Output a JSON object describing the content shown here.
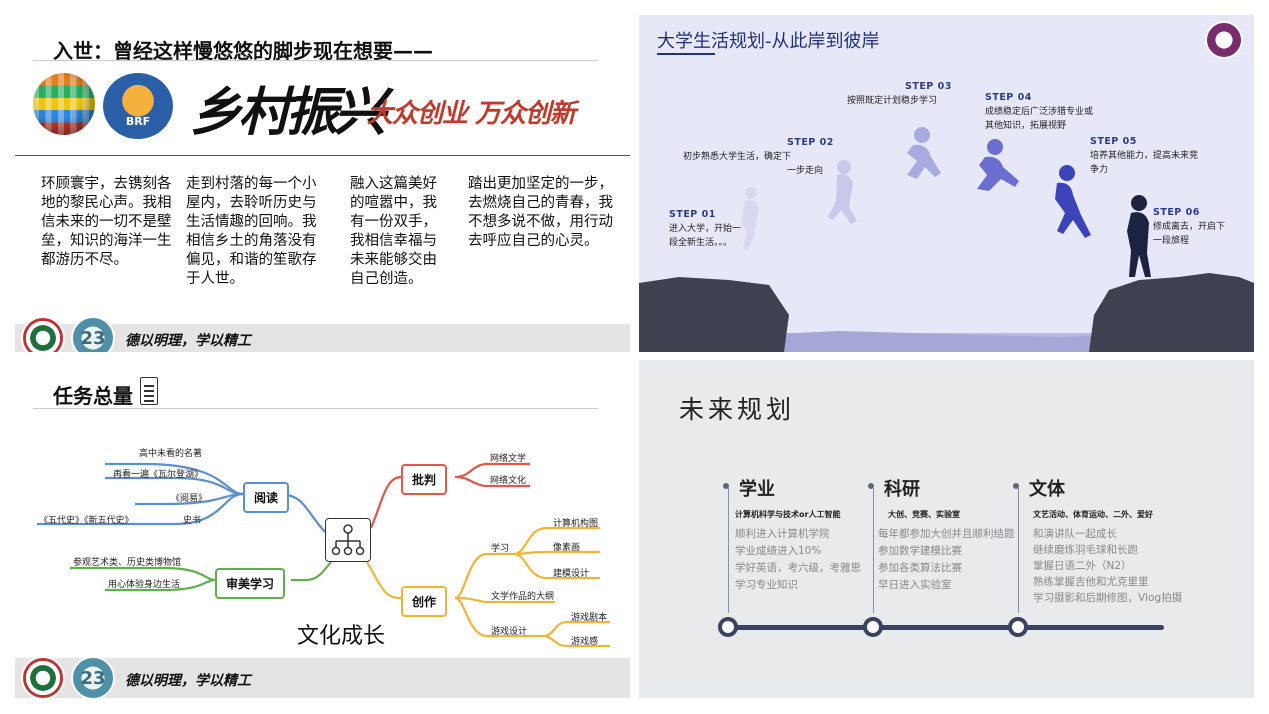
{
  "panel1": {
    "title": "入世：曾经这样慢悠悠的脚步现在想要——",
    "brf_label": "BRF",
    "calligraphy_main": "乡村振兴",
    "calligraphy_slogan_a": "大众创业",
    "calligraphy_slogan_b": "万众创新",
    "columns": [
      "环顾寰宇，去镌刻各地的黎民心声。我相信未来的一切不是壁垒，知识的海洋一生都游历不尽。",
      "走到村落的每一个小屋内，去聆听历史与生活情趣的回响。我相信乡土的角落没有偏见，和谐的笙歌存于人世。",
      "融入这篇美好的喧嚣中，我有一份双手，我相信幸福与未来能够交由自己创造。",
      "踏出更加坚定的一步，去燃烧自己的青春，我不想多说不做，用行动去呼应自己的心灵。"
    ],
    "footer_badge": "23",
    "motto": "德以明理，学以精工"
  },
  "panel2": {
    "title": "大学生活规划-从此岸到彼岸",
    "steps": [
      {
        "label": "STEP 01",
        "text1": "进入大学，开始一",
        "text2": "段全新生活。。。"
      },
      {
        "label": "STEP 02",
        "text1": "初步熟悉大学生活，确定下",
        "text2": "一步走向"
      },
      {
        "label": "STEP 03",
        "text1": "按照既定计划稳步学习",
        "text2": ""
      },
      {
        "label": "STEP 04",
        "text1": "成绩稳定后广泛涉猎专业或",
        "text2": "其他知识，拓展视野"
      },
      {
        "label": "STEP 05",
        "text1": "培养其他能力，提高未来竞",
        "text2": "争力"
      },
      {
        "label": "STEP 06",
        "text1": "修成离去，开启下",
        "text2": "一段旅程"
      }
    ]
  },
  "panel3": {
    "title": "任务总量",
    "center_label": "文化成长",
    "branches": {
      "reading": {
        "label": "阅读",
        "leaves": [
          "高中未看的名著",
          "再看一遍《瓦尔登湖》",
          "《阅易》",
          "史书"
        ],
        "extra": "《五代史》《新五代史》"
      },
      "aesthetic": {
        "label": "审美学习",
        "leaves": [
          "参观艺术类、历史类博物馆",
          "用心体验身边生活"
        ]
      },
      "critique": {
        "label": "批判",
        "leaves": [
          "网络文学",
          "网络文化"
        ]
      },
      "create": {
        "label": "创作",
        "study": "学习",
        "study_leaves": [
          "计算机构图",
          "像素画",
          "建模设计"
        ],
        "outline": "文学作品的大纲",
        "game": "游戏设计",
        "game_leaves": [
          "游戏剧本",
          "游戏感"
        ]
      }
    },
    "footer_badge": "23",
    "motto": "德以明理，学以精工",
    "colors": {
      "reading": "#5b8fd0",
      "aesthetic": "#5db04b",
      "critique": "#e0584a",
      "create": "#f0b43a"
    }
  },
  "panel4": {
    "title": "未来规划",
    "sections": [
      {
        "heading": "学业",
        "sub": "计算机科学与技术or人工智能",
        "items": [
          "顺利进入计算机学院",
          "学业成绩进入10%",
          "学好英语，考六级，考雅思",
          "学习专业知识"
        ]
      },
      {
        "heading": "科研",
        "sub": "大创、竞赛、实验室",
        "items": [
          "每年都参加大创并且顺利结题",
          "参加数学建模比赛",
          "参加各类算法比赛",
          "早日进入实验室"
        ]
      },
      {
        "heading": "文体",
        "sub": "文艺活动、体育运动、二外、爱好",
        "items": [
          "和演讲队一起成长",
          "继续磨炼羽毛球和长跑",
          "掌握日语二外（N2）",
          "熟练掌握吉他和尤克里里",
          "学习摄影和后期修图，Vlog拍摄"
        ]
      }
    ]
  }
}
